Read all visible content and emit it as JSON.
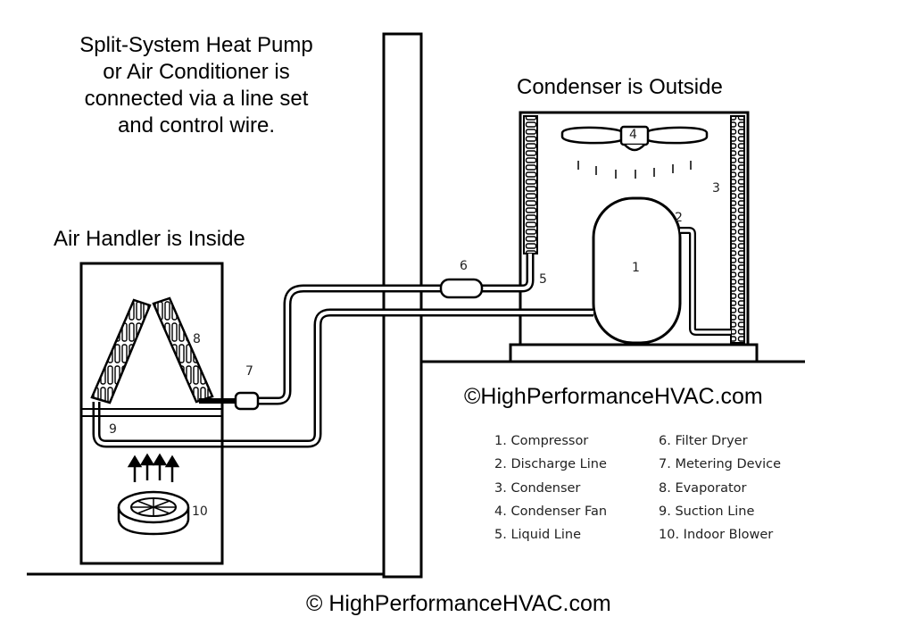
{
  "title_lines": [
    "Split-System Heat Pump",
    "or Air Conditioner is",
    "connected via a line set",
    "and control wire."
  ],
  "condenser_heading": "Condenser is Outside",
  "air_handler_heading": "Air Handler is Inside",
  "watermark_middle": "©HighPerformanceHVAC.com",
  "watermark_bottom": "© HighPerformanceHVAC.com",
  "component_numbers": [
    "1",
    "2",
    "3",
    "4",
    "5",
    "6",
    "7",
    "8",
    "9",
    "10"
  ],
  "legend": {
    "left": [
      "1. Compressor",
      "2. Discharge Line",
      "3. Condenser",
      "4. Condenser Fan",
      "5. Liquid Line"
    ],
    "right": [
      "6. Filter Dryer",
      "7. Metering Device",
      "8. Evaporator",
      "9. Suction Line",
      "10. Indoor Blower"
    ]
  }
}
